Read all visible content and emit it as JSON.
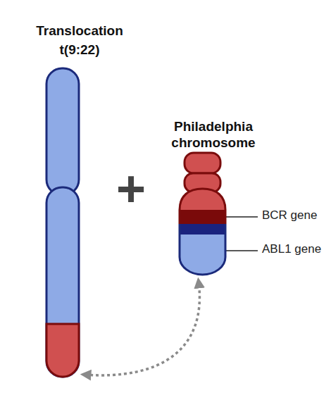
{
  "diagram": {
    "nodes": [
      {
        "text": [
          "Translocation t(9:22)"
        ]
      },
      {
        "text": [
          "Philadelphia chromosome"
        ]
      }
    ],
    "edges": [
      {
        "from": 0,
        "to": 1,
        "arrow": "both"
      }
    ],
    "labels": [
      "+",
      "BCR gene",
      "ABL1 gene"
    ]
  }
}
